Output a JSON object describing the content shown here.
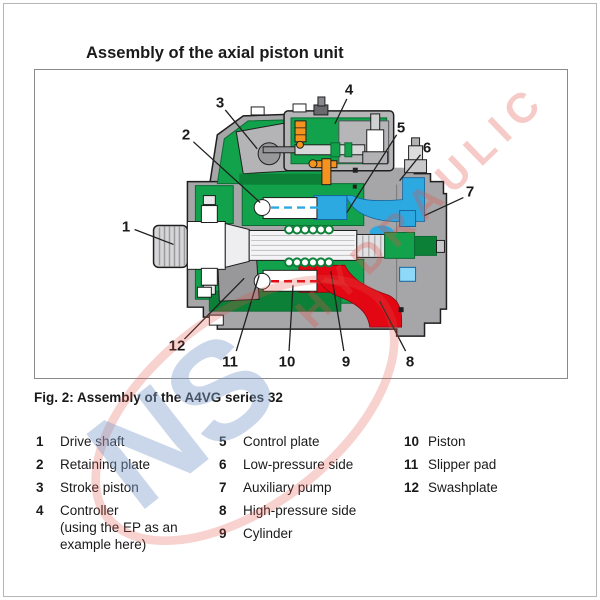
{
  "page": {
    "title": "Assembly of the axial piston unit"
  },
  "figure": {
    "caption": "Fig. 2: Assembly of the A4VG series 32",
    "callouts": [
      "1",
      "2",
      "3",
      "4",
      "5",
      "6",
      "7",
      "8",
      "9",
      "10",
      "11",
      "12"
    ]
  },
  "legend": {
    "columns": [
      {
        "items": [
          {
            "n": "1",
            "label": "Drive shaft"
          },
          {
            "n": "2",
            "label": "Retaining plate"
          },
          {
            "n": "3",
            "label": "Stroke piston"
          },
          {
            "n": "4",
            "label": "Controller",
            "note": "(using the EP as an example here)"
          }
        ]
      },
      {
        "items": [
          {
            "n": "5",
            "label": "Control plate"
          },
          {
            "n": "6",
            "label": "Low-pressure side"
          },
          {
            "n": "7",
            "label": "Auxiliary pump"
          },
          {
            "n": "8",
            "label": "High-pressure side"
          },
          {
            "n": "9",
            "label": "Cylinder"
          }
        ]
      },
      {
        "items": [
          {
            "n": "10",
            "label": "Piston"
          },
          {
            "n": "11",
            "label": "Slipper pad"
          },
          {
            "n": "12",
            "label": "Swashplate"
          }
        ]
      }
    ]
  },
  "watermark": {
    "logo": "NS",
    "text": "HYDRAULIC"
  },
  "colors": {
    "housing_gray": "#a6a6a8",
    "seal_green": "#12a24c",
    "low_pressure_blue": "#2da9e1",
    "high_pressure_red": "#e30613",
    "accent_orange": "#f6921e"
  }
}
